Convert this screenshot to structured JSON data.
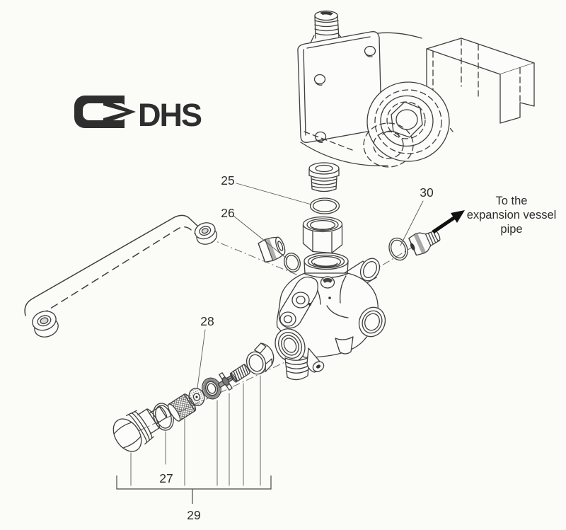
{
  "page": {
    "background_color": "#fbfbf8",
    "ink_color": "#3e3e3e",
    "arrow_color": "#111111"
  },
  "logo": {
    "brand_text": "DHS",
    "mark": "arrow-right-in-rounded-frame"
  },
  "callouts": {
    "part25": "25",
    "part26": "26",
    "part27": "27",
    "part28": "28",
    "part29": "29",
    "part30": "30"
  },
  "annotation": {
    "line1": "To the",
    "line2": "expansion vessel",
    "line3": "pipe"
  }
}
